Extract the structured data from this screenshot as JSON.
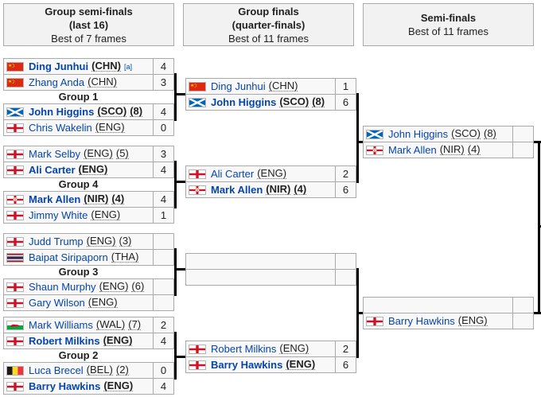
{
  "colors": {
    "link_blue": "#0645ad",
    "text": "#202122",
    "cell_border": "#aaaaaa",
    "cell_bg": "#f8f8f8",
    "header_bg": "#f2f2f2",
    "connector": "#000000"
  },
  "headers": [
    {
      "title": "Group semi-finals",
      "subtitle": "(last 16)",
      "detail": "Best of 7 frames"
    },
    {
      "title": "Group finals",
      "subtitle": "(quarter-finals)",
      "detail": "Best of 11 frames"
    },
    {
      "title": "Semi-finals",
      "subtitle": "",
      "detail": "Best of 11 frames"
    }
  ],
  "groups": [
    {
      "label": "Group 1",
      "matches": [
        {
          "players": [
            {
              "flag": "CHN",
              "name": "Ding Junhui",
              "nat": "CHN",
              "note": "[a]",
              "score": "4",
              "winner": true
            },
            {
              "flag": "CHN",
              "name": "Zhang Anda",
              "nat": "CHN",
              "score": "3",
              "winner": false
            }
          ]
        },
        {
          "players": [
            {
              "flag": "SCO",
              "name": "John Higgins",
              "nat": "SCO",
              "seed": "(8)",
              "score": "4",
              "winner": true
            },
            {
              "flag": "ENG",
              "name": "Chris Wakelin",
              "nat": "ENG",
              "score": "0",
              "winner": false
            }
          ]
        }
      ]
    },
    {
      "label": "Group 4",
      "matches": [
        {
          "players": [
            {
              "flag": "ENG",
              "name": "Mark Selby",
              "nat": "ENG",
              "seed": "(5)",
              "score": "3",
              "winner": false
            },
            {
              "flag": "ENG",
              "name": "Ali Carter",
              "nat": "ENG",
              "score": "4",
              "winner": true
            }
          ]
        },
        {
          "players": [
            {
              "flag": "NIR",
              "name": "Mark Allen",
              "nat": "NIR",
              "seed": "(4)",
              "score": "4",
              "winner": true
            },
            {
              "flag": "ENG",
              "name": "Jimmy White",
              "nat": "ENG",
              "score": "1",
              "winner": false
            }
          ]
        }
      ]
    },
    {
      "label": "Group 3",
      "matches": [
        {
          "players": [
            {
              "flag": "ENG",
              "name": "Judd Trump",
              "nat": "ENG",
              "seed": "(3)",
              "score": "",
              "winner": false
            },
            {
              "flag": "THA",
              "name": "Baipat Siripaporn",
              "nat": "THA",
              "score": "",
              "winner": false
            }
          ]
        },
        {
          "players": [
            {
              "flag": "ENG",
              "name": "Shaun Murphy",
              "nat": "ENG",
              "seed": "(6)",
              "score": "",
              "winner": false
            },
            {
              "flag": "ENG",
              "name": "Gary Wilson",
              "nat": "ENG",
              "score": "",
              "winner": false
            }
          ]
        }
      ]
    },
    {
      "label": "Group 2",
      "matches": [
        {
          "players": [
            {
              "flag": "WAL",
              "name": "Mark Williams",
              "nat": "WAL",
              "seed": "(7)",
              "score": "2",
              "winner": false
            },
            {
              "flag": "ENG",
              "name": "Robert Milkins",
              "nat": "ENG",
              "score": "4",
              "winner": true
            }
          ]
        },
        {
          "players": [
            {
              "flag": "BEL",
              "name": "Luca Brecel",
              "nat": "BEL",
              "seed": "(2)",
              "score": "0",
              "winner": false
            },
            {
              "flag": "ENG",
              "name": "Barry Hawkins",
              "nat": "ENG",
              "score": "4",
              "winner": true
            }
          ]
        }
      ]
    }
  ],
  "quarterfinals": [
    {
      "players": [
        {
          "flag": "CHN",
          "name": "Ding Junhui",
          "nat": "CHN",
          "score": "1",
          "winner": false
        },
        {
          "flag": "SCO",
          "name": "John Higgins",
          "nat": "SCO",
          "seed": "(8)",
          "score": "6",
          "winner": true
        }
      ]
    },
    {
      "players": [
        {
          "flag": "ENG",
          "name": "Ali Carter",
          "nat": "ENG",
          "score": "2",
          "winner": false
        },
        {
          "flag": "NIR",
          "name": "Mark Allen",
          "nat": "NIR",
          "seed": "(4)",
          "score": "6",
          "winner": true
        }
      ]
    },
    {
      "players": [
        {
          "empty": true
        },
        {
          "empty": true
        }
      ]
    },
    {
      "players": [
        {
          "flag": "ENG",
          "name": "Robert Milkins",
          "nat": "ENG",
          "score": "2",
          "winner": false
        },
        {
          "flag": "ENG",
          "name": "Barry Hawkins",
          "nat": "ENG",
          "score": "6",
          "winner": true
        }
      ]
    }
  ],
  "semifinals": [
    {
      "players": [
        {
          "flag": "SCO",
          "name": "John Higgins",
          "nat": "SCO",
          "seed": "(8)",
          "score": "",
          "winner": false
        },
        {
          "flag": "NIR",
          "name": "Mark Allen",
          "nat": "NIR",
          "seed": "(4)",
          "score": "",
          "winner": false
        }
      ]
    },
    {
      "players": [
        {
          "empty": true
        },
        {
          "flag": "ENG",
          "name": "Barry Hawkins",
          "nat": "ENG",
          "score": "",
          "winner": false
        }
      ]
    }
  ]
}
